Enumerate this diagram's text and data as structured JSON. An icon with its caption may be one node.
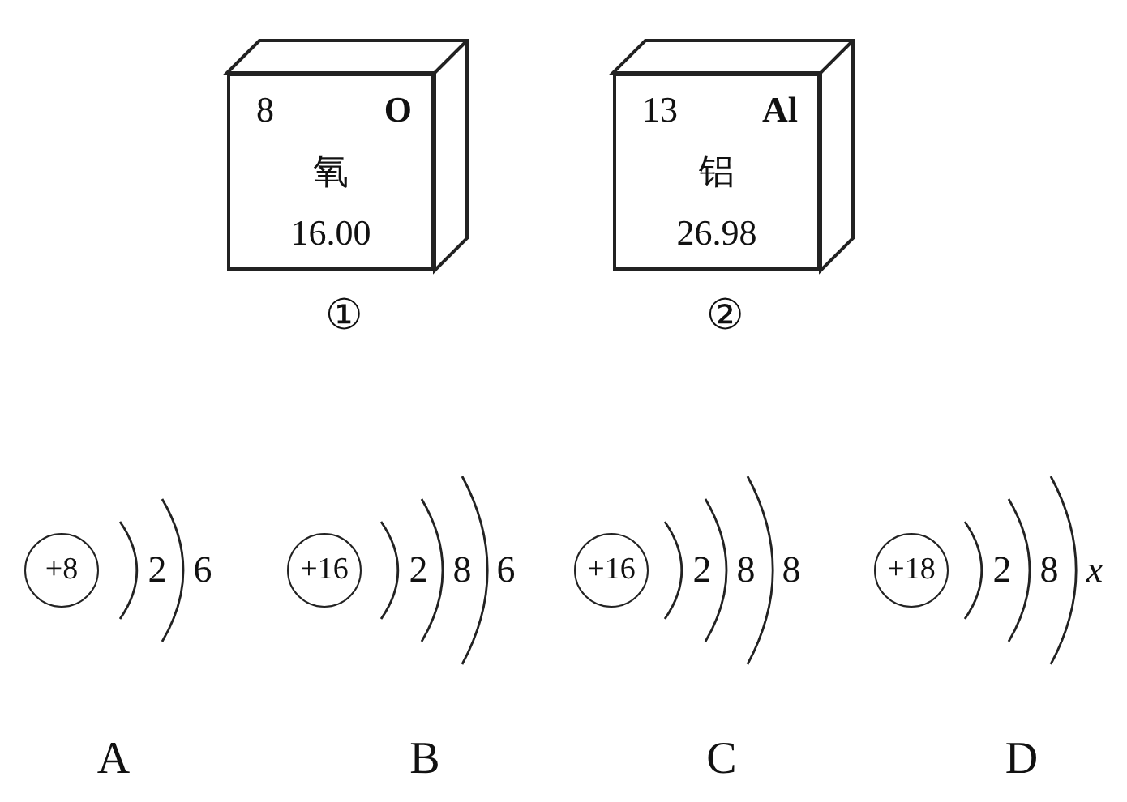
{
  "diagram": {
    "nodes": [
      {
        "text": [
          "8",
          "O",
          "氧",
          "16.00"
        ],
        "beside": [
          "①"
        ]
      },
      {
        "text": [
          "13",
          "Al",
          "铝",
          "26.98"
        ],
        "beside": [
          "②"
        ]
      },
      {
        "text": [
          "+8"
        ],
        "beside": [
          "2",
          "6"
        ]
      },
      {
        "text": [
          "+16"
        ],
        "beside": [
          "2",
          "8",
          "6"
        ]
      },
      {
        "text": [
          "+16"
        ],
        "beside": [
          "2",
          "8",
          "8"
        ]
      },
      {
        "text": [
          "+18"
        ],
        "beside": [
          "2",
          "8",
          "x"
        ]
      }
    ],
    "labels": [
      "A",
      "B",
      "C",
      "D"
    ]
  }
}
